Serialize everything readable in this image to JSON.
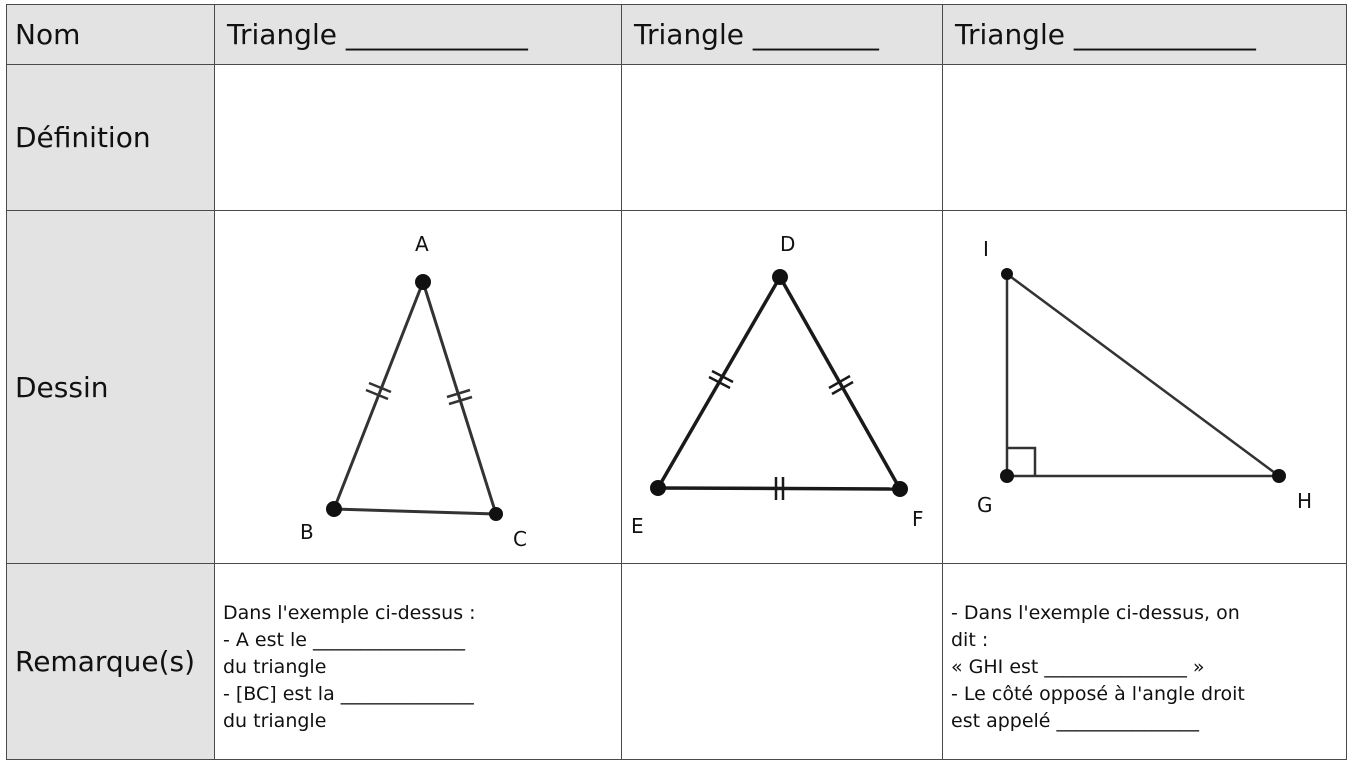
{
  "table": {
    "row_headers": {
      "nom": "Nom",
      "definition": "Définition",
      "dessin": "Dessin",
      "remarques": "Remarque(s)"
    },
    "column_headers": [
      "Triangle _____________",
      "Triangle _________",
      "Triangle _____________"
    ],
    "definitions": [
      "",
      "",
      ""
    ],
    "drawings": [
      {
        "vertices": [
          "A",
          "B",
          "C"
        ],
        "equal_sides": [
          "AB",
          "AC"
        ]
      },
      {
        "vertices": [
          "D",
          "E",
          "F"
        ],
        "equal_sides": [
          "DE",
          "DF",
          "EF"
        ]
      },
      {
        "vertices": [
          "I",
          "G",
          "H"
        ],
        "right_angle_at": "G"
      }
    ],
    "remarks": {
      "col1": [
        "Dans l'exemple ci-dessus :",
        "- A est le ________________",
        "du triangle",
        "- [BC] est la ______________",
        "du triangle"
      ],
      "col2": [],
      "col3": [
        "- Dans l'exemple ci-dessus, on",
        "dit :",
        "« GHI est _______________ »",
        "- Le côté opposé à l'angle droit",
        "est appelé _______________"
      ]
    }
  },
  "colors": {
    "header_bg": "#e3e3e3",
    "border": "#4a4a4a",
    "stroke": "#333333"
  }
}
